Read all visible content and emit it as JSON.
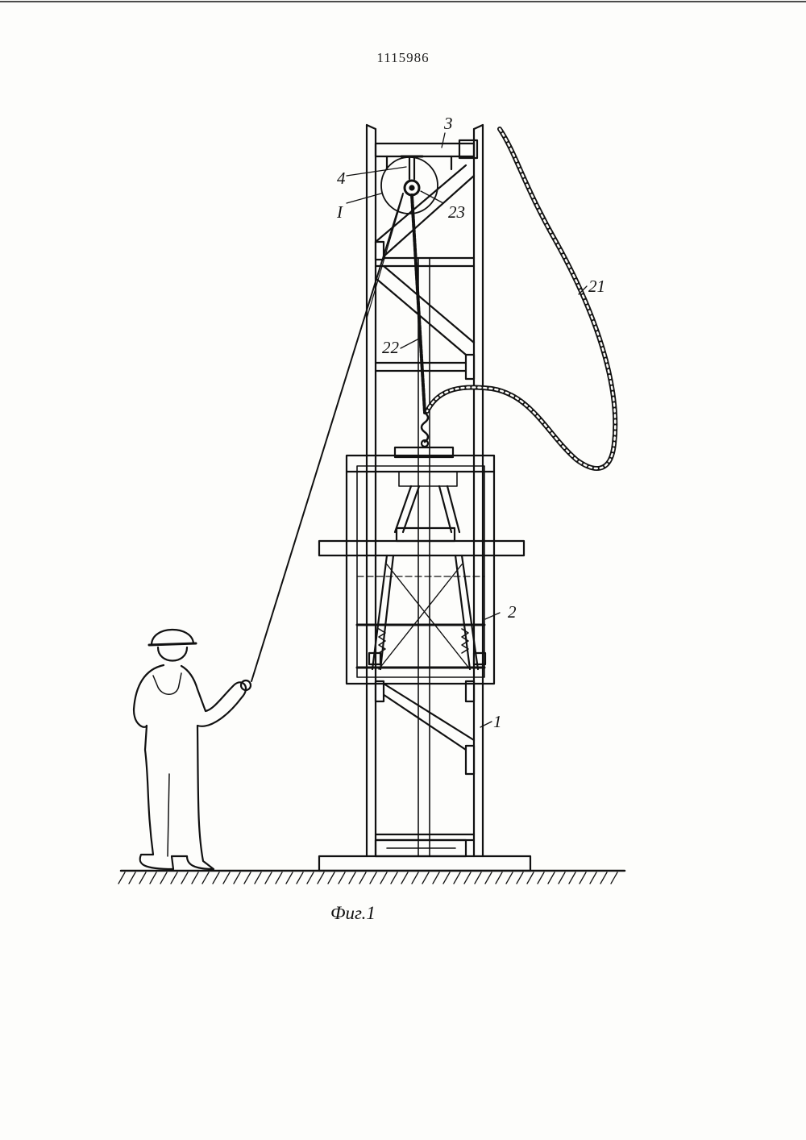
{
  "document": {
    "number": "1115986"
  },
  "figure": {
    "caption": "Фиг.1"
  },
  "labels": {
    "l1": "1",
    "l2": "2",
    "l3": "3",
    "l4": "4",
    "lI": "I",
    "l21": "21",
    "l22": "22",
    "l23": "23"
  }
}
